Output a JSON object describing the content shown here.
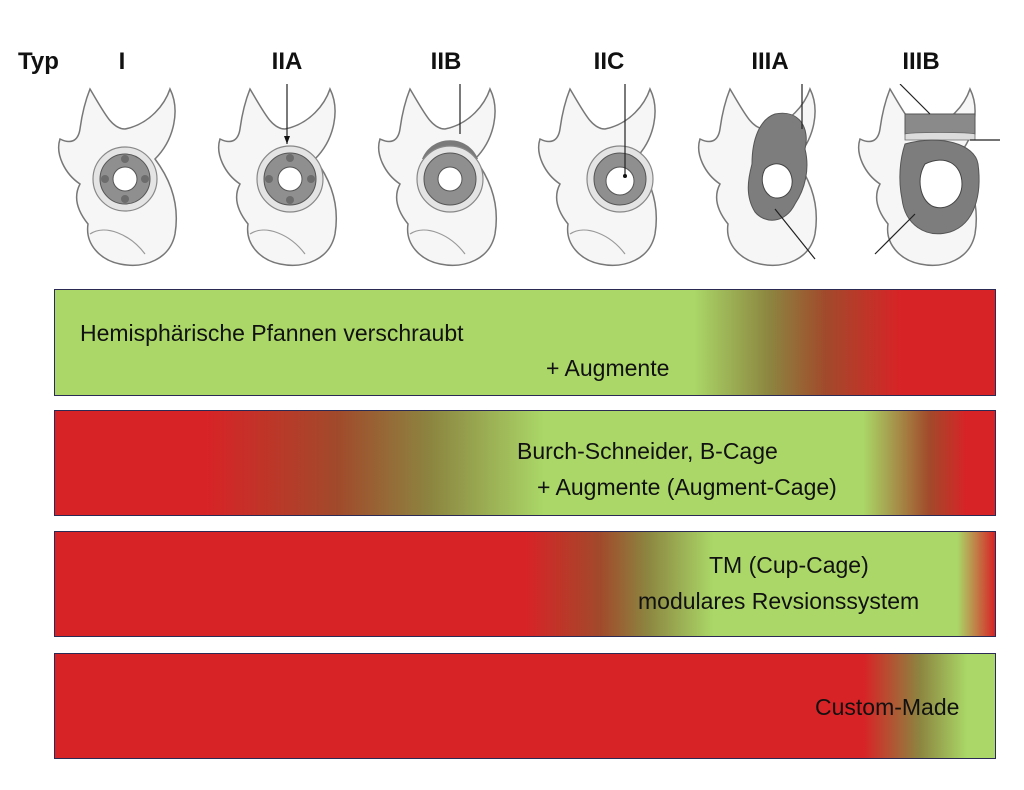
{
  "type_row": {
    "prefix": "Typ",
    "types": [
      "I",
      "IIA",
      "IIB",
      "IIC",
      "IIIA",
      "IIIB"
    ]
  },
  "colors": {
    "green": "#aad767",
    "brown": "#a14a2b",
    "red": "#d82326",
    "olive": "#8c8540",
    "border": "#2b2a55"
  },
  "bars": [
    {
      "line1": "Hemisphärische Pfannen verschraubt",
      "line2": "+ Augmente"
    },
    {
      "line1": "Burch-Schneider, B-Cage",
      "line2": "+ Augmente (Augment-Cage)"
    },
    {
      "line1": "TM (Cup-Cage)",
      "line2": "modulares Revsionssystem"
    },
    {
      "line1": "Custom-Made"
    }
  ]
}
